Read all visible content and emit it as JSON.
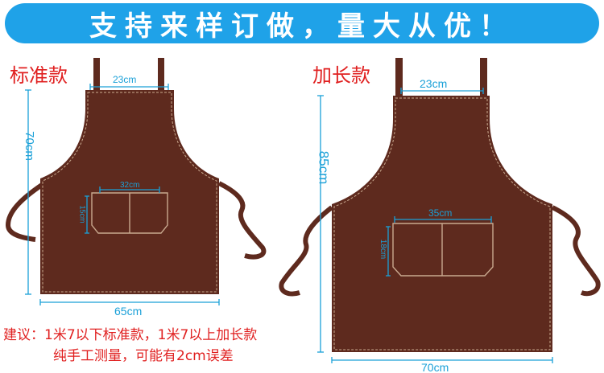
{
  "banner": {
    "text": "支持来样订做，量大从优！",
    "color": "#1fa2e8"
  },
  "colors": {
    "apron": "#5e2a1e",
    "stitch": "#c9a98f",
    "dimension": "#1aa0d8",
    "accent_red": "#e02020"
  },
  "standard": {
    "title": "标准款",
    "neck_width": "23cm",
    "length": "70cm",
    "pocket_width": "32cm",
    "pocket_height": "15cm",
    "bottom_width": "65cm"
  },
  "long": {
    "title": "加长款",
    "neck_width": "23cm",
    "length": "85cm",
    "pocket_width": "35cm",
    "pocket_height": "18cm",
    "bottom_width": "70cm"
  },
  "notes": {
    "line1": "建议：1米7以下标准款，1米7以上加长款",
    "line2": "纯手工测量，可能有2cm误差"
  }
}
